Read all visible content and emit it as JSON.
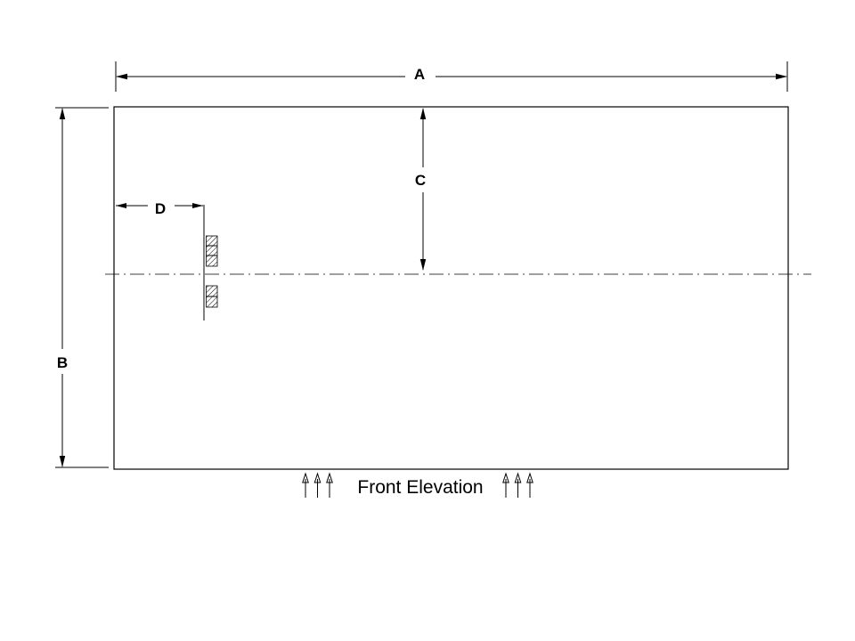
{
  "diagram": {
    "view_title": "Front Elevation",
    "labels": {
      "width_dim": "A",
      "height_dim": "B",
      "centerline_dim": "C",
      "stud_offset_dim": "D"
    },
    "colors": {
      "line": "#000000",
      "background": "#ffffff"
    }
  }
}
